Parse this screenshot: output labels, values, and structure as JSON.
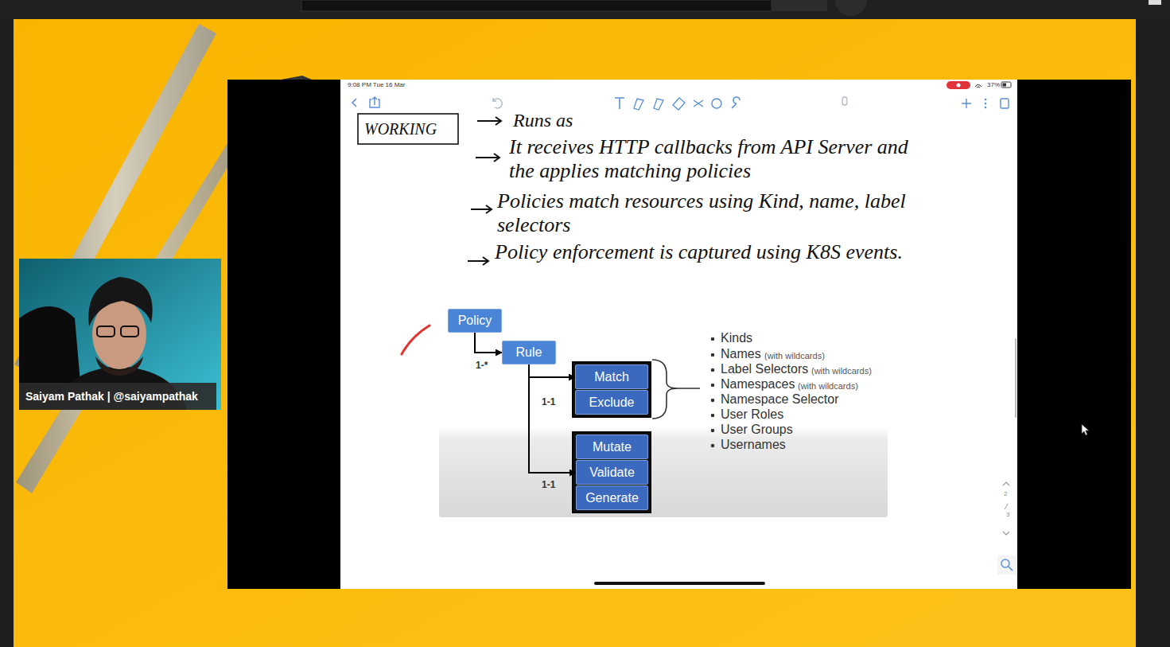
{
  "diagram": {
    "nodes": [
      {
        "text": [
          "Policy"
        ]
      },
      {
        "text": [
          "Rule"
        ]
      },
      {
        "text": [
          "Match"
        ]
      },
      {
        "text": [
          "Exclude"
        ]
      },
      {
        "text": [
          "Mutate"
        ]
      },
      {
        "text": [
          "Validate"
        ]
      },
      {
        "text": [
          "Generate"
        ]
      }
    ],
    "edges": [
      {
        "from": 0,
        "to": 1,
        "arrow": "to",
        "label": "1-*"
      },
      {
        "from": 1,
        "to": 2,
        "arrow": "to",
        "label": "1-1"
      },
      {
        "from": 1,
        "to": 5,
        "arrow": "to",
        "label": "1-1"
      }
    ],
    "labels": [
      "WORKING",
      "Runs as",
      "It receives HTTP callbacks from API Server and the applies matching policies",
      "Policies match resources using Kind, name, label selectors",
      "Policy enforcement is captured using K8S events.",
      "Kinds",
      "Names",
      "(with wildcards)",
      "Label Selectors",
      "(with wildcards)",
      "Namespaces",
      "(with wildcards)",
      "Namespace Selector",
      "User Roles",
      "User Groups",
      "Usernames",
      "Saiyam Pathak | @saiyampathak",
      "9:08 PM Tue 16 Mar",
      "37%",
      "2",
      "3"
    ]
  }
}
